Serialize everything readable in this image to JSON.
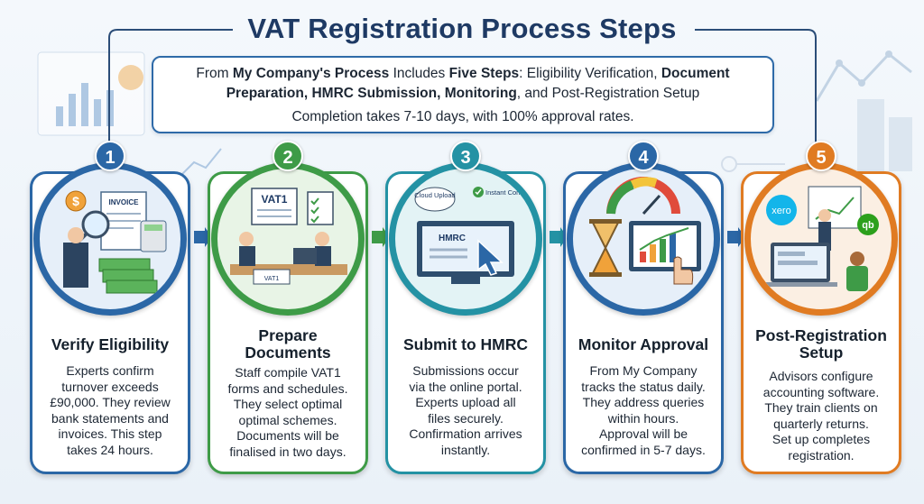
{
  "title": "VAT Registration Process Steps",
  "intro": {
    "l1a": "From ",
    "l1b": "My Company's Process",
    "l1c": " Includes ",
    "l1d": "Five Steps",
    "l1e": ": Eligibility Verification, ",
    "l1f": "Document",
    "l2a": "Preparation, HMRC Submission, Monitoring",
    "l2b": ", and Post-Registration Setup",
    "l3": "Completion takes 7-10 days, with 100% approval rates."
  },
  "steps": [
    {
      "number": "1",
      "title_lines": [
        "Verify Eligibility"
      ],
      "desc_lines": [
        "Experts confirm",
        "turnover exceeds",
        "£90,000. They review",
        "bank statements and",
        "invoices. This step",
        "takes 24 hours."
      ],
      "color": "#2b67a6",
      "illus": {
        "invoice": "INVOICE",
        "dollar": "$"
      }
    },
    {
      "number": "2",
      "title_lines": [
        "Prepare",
        "Documents"
      ],
      "desc_lines": [
        "Staff compile VAT1",
        "forms and schedules.",
        "They select optimal",
        "optimal schemes.",
        "Documents will be",
        "finalised in two days."
      ],
      "color": "#3e9b47",
      "illus": {
        "form": "VAT1",
        "doc": "VAT1"
      }
    },
    {
      "number": "3",
      "title_lines": [
        "Submit to HMRC"
      ],
      "desc_lines": [
        "Submissions occur",
        "via the online portal.",
        "Experts upload all",
        "files securely.",
        "Confirmation arrives",
        "instantly."
      ],
      "color": "#2492a4",
      "illus": {
        "cloud": "Cloud Upload",
        "check": "Instant Confirmation",
        "screen": "HMRC"
      }
    },
    {
      "number": "4",
      "title_lines": [
        "Monitor Approval"
      ],
      "desc_lines": [
        "From My Company",
        "tracks the status daily.",
        "They address queries",
        "within hours.",
        "Approval will be",
        "confirmed in 5-7 days."
      ],
      "color": "#2b67a6",
      "illus": {}
    },
    {
      "number": "5",
      "title_lines": [
        "Post-Registration",
        "Setup"
      ],
      "desc_lines": [
        "Advisors configure",
        "accounting software.",
        "They train clients on",
        "quarterly returns.",
        "Set up completes",
        "registration."
      ],
      "color": "#e07b22",
      "illus": {
        "xero": "xero",
        "qb": "qb"
      }
    }
  ]
}
